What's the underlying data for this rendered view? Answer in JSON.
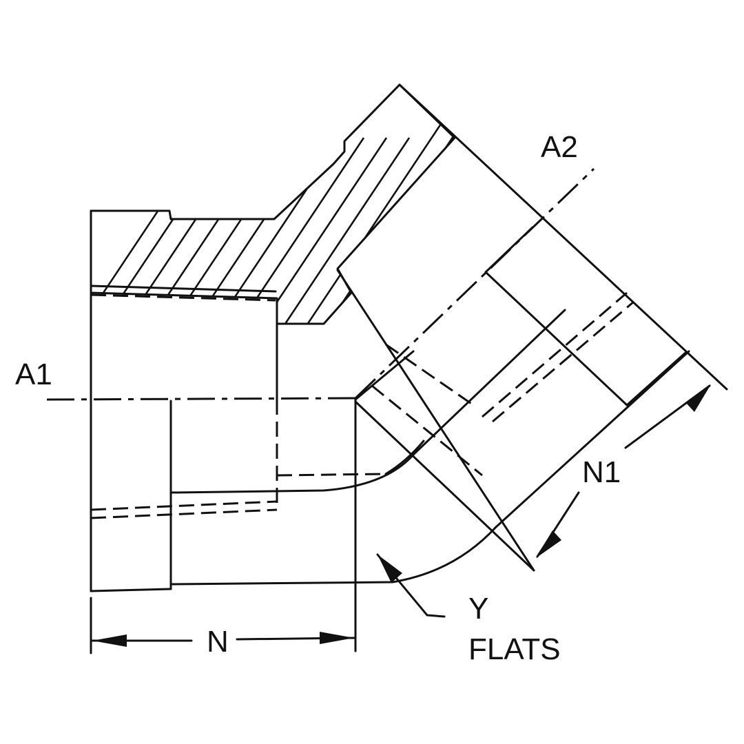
{
  "drawing": {
    "title": "45 degree female pipe elbow cross-section",
    "labels": {
      "axis1": "A1",
      "axis2": "A2",
      "dim_n": "N",
      "dim_n1": "N1",
      "flats_y": "Y",
      "flats_word": "FLATS"
    },
    "colors": {
      "line": "#111111",
      "background": "#ffffff"
    }
  }
}
